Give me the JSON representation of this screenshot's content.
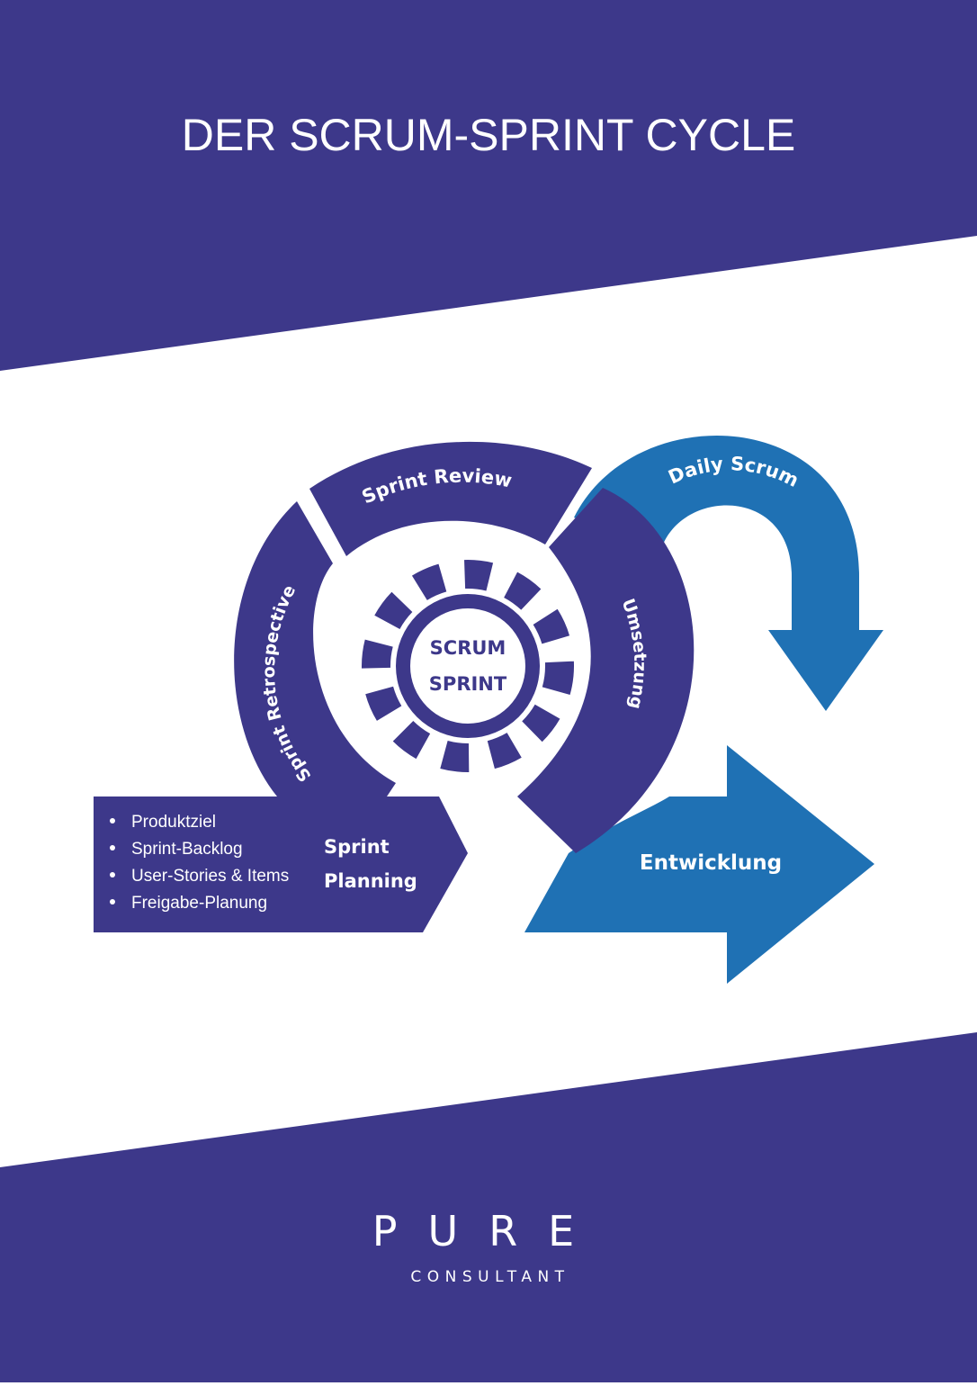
{
  "title": "DER SCRUM-SPRINT CYCLE",
  "center": {
    "line1": "SCRUM",
    "line2": "SPRINT"
  },
  "phases": {
    "review": "Sprint Review",
    "retrospective": "Sprint Retrospective",
    "umsetzung": "Umsetzung",
    "planning_line1": "Sprint",
    "planning_line2": "Planning",
    "daily": "Daily Scrum",
    "entwicklung": "Entwicklung"
  },
  "planning_items": [
    "Produktziel",
    "Sprint-Backlog",
    "User-Stories & Items",
    "Freigabe-Planung"
  ],
  "logo": {
    "brand": "PURE",
    "sub": "CONSULTANT"
  },
  "colors": {
    "purple": "#3d388a",
    "blue": "#1f71b4",
    "white": "#ffffff"
  }
}
